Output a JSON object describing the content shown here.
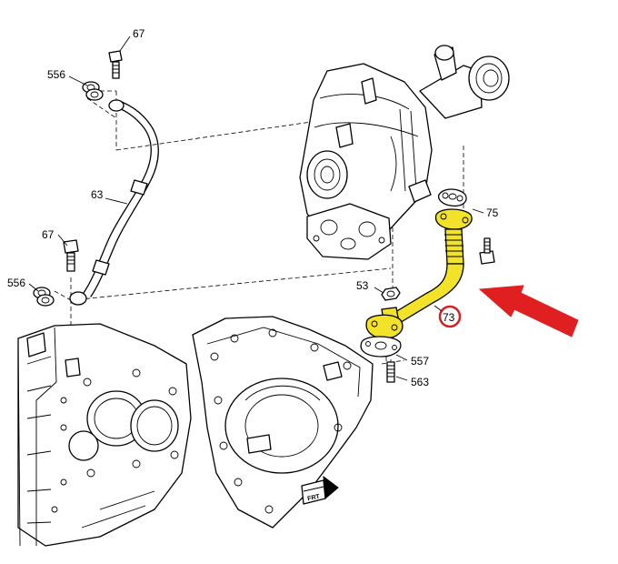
{
  "callouts": {
    "c67_top": "67",
    "c556_top": "556",
    "c63": "63",
    "c67_mid": "67",
    "c556_bottom": "556",
    "c53": "53",
    "c75": "75",
    "c73": "73",
    "c557": "557",
    "c563": "563"
  },
  "fwd_label": "FRT",
  "colors": {
    "highlight_pipe": "#f2e32a",
    "marker_ring": "#d61f1f",
    "arrow": "#e02020"
  },
  "icons": {
    "arrow": "red-arrow-icon",
    "fwd": "front-direction-icon"
  }
}
